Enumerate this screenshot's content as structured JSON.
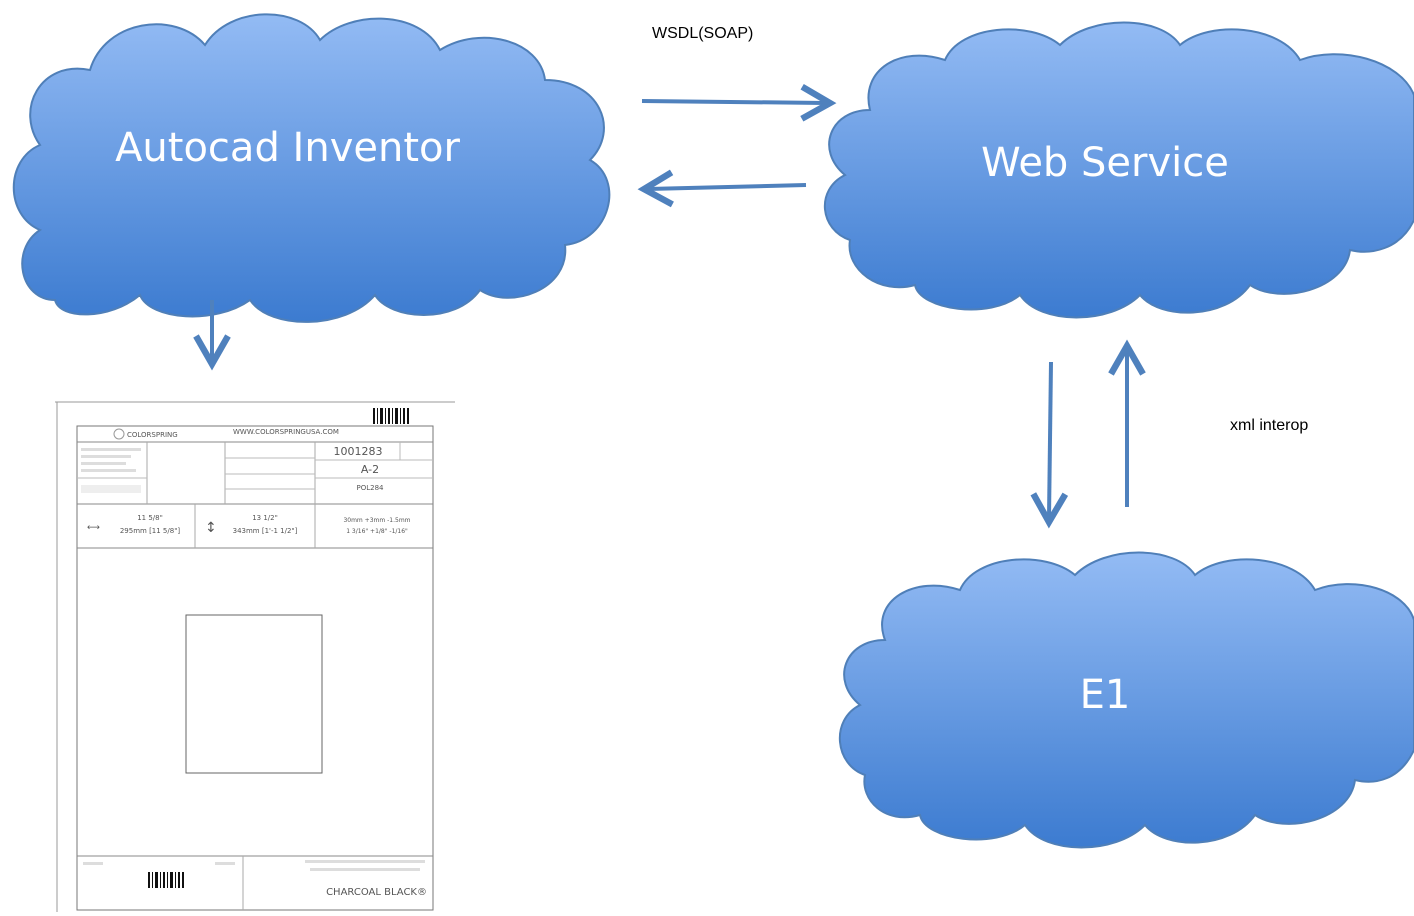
{
  "nodes": {
    "autocad": {
      "label": "Autocad Inventor"
    },
    "webservice": {
      "label": "Web Service"
    },
    "e1": {
      "label": "E1"
    }
  },
  "edges": {
    "wsdl_label": "WSDL(SOAP)",
    "xml_label": "xml interop"
  },
  "document": {
    "brand": "COLORSPRING",
    "website": "WWW.COLORSPRINGUSA.COM",
    "order_number": "1001283",
    "code": "A-2",
    "model": "POL284",
    "width_in": "11 5/8\"",
    "width_mm": "295mm [11 5/8\"]",
    "height_in": "13 1/2\"",
    "height_mm": "343mm [1'-1 1/2\"]",
    "tolerance_mm": "30mm +3mm -1.5mm",
    "tolerance_in": "1 3/16\" +1/8\" -1/16\"",
    "footer_right": "CHARCOAL BLACK®"
  },
  "colors": {
    "cloud_light": "#8fb8f2",
    "cloud_dark": "#3f7fd1",
    "cloud_stroke": "#4f7fb8",
    "arrow": "#4f81bd"
  }
}
